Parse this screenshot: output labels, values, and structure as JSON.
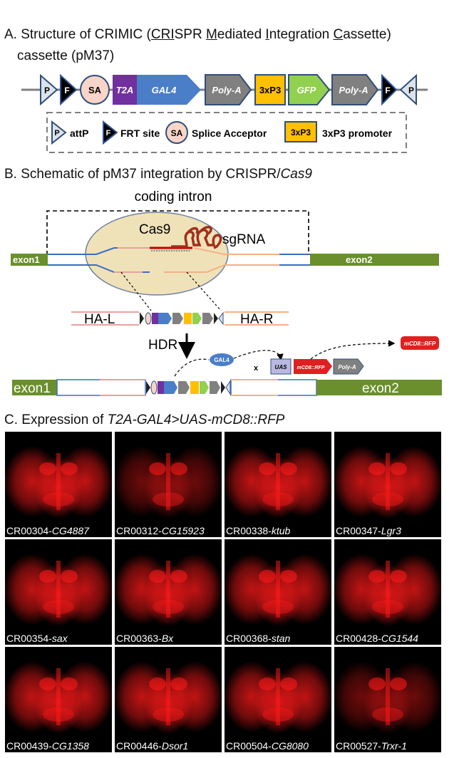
{
  "sectionA": {
    "title_prefix": "A. Structure of CRIMIC (",
    "t_cri": "CRI",
    "t_spr": "SPR ",
    "t_m": "M",
    "t_ediated": "ediated ",
    "t_i": "I",
    "t_ntegration": "ntegration ",
    "t_c": "C",
    "t_assette": "assette)",
    "line2": "cassette (pM37)",
    "elements": {
      "attp": "P",
      "frt": "F",
      "sa": "SA",
      "t2a": "T2A",
      "gal4": "GAL4",
      "polya": "Poly-A",
      "p3": "3xP3",
      "gfp": "GFP"
    },
    "legend": {
      "attp": "attP",
      "frt": "FRT site",
      "sa": "Splice Acceptor",
      "p3": "3xP3 promoter"
    }
  },
  "sectionB": {
    "title_prefix": "B. Schematic of pM37 integration by CRISPR/",
    "title_italic": "Cas9",
    "coding_intron": "coding intron",
    "cas9": "Cas9",
    "sgrna": "sgRNA",
    "exon1": "exon1",
    "exon2": "exon2",
    "hal": "HA-L",
    "har": "HA-R",
    "hdr": "HDR",
    "gal4": "GAL4",
    "cross": "x",
    "uas": "UAS",
    "mcd8": "mCD8::RFP",
    "polya": "Poly-A"
  },
  "sectionC": {
    "title_prefix": "C. Expression of ",
    "title_italic": "T2A-GAL4>UAS-mCD8::RFP",
    "panels": [
      {
        "id": "CR00304-",
        "gene": "CG4887"
      },
      {
        "id": "CR00312-",
        "gene": "CG15923"
      },
      {
        "id": "CR00338-",
        "gene": "ktub"
      },
      {
        "id": "CR00347-",
        "gene": "Lgr3"
      },
      {
        "id": "CR00354-",
        "gene": "sax"
      },
      {
        "id": "CR00363-",
        "gene": "Bx"
      },
      {
        "id": "CR00368-",
        "gene": "stan"
      },
      {
        "id": "CR00428-",
        "gene": "CG1544"
      },
      {
        "id": "CR00439-",
        "gene": "CG1358"
      },
      {
        "id": "CR00446-",
        "gene": "Dsor1"
      },
      {
        "id": "CR00504-",
        "gene": "CG8080"
      },
      {
        "id": "CR00527-",
        "gene": "Trxr-1"
      }
    ]
  },
  "colors": {
    "t2a": "#7030a0",
    "gal4": "#4a7ec8",
    "polya": "#808080",
    "p3": "#ffc000",
    "gfp": "#92d050",
    "sa": "#f8d5c8",
    "exon": "#6a8f2c",
    "intron_blue": "#3b6cc4",
    "intron_orange": "#f4b183",
    "cas9": "#efe2b8",
    "sgrna": "#a0301c",
    "rfp": "#e02020",
    "stain": "#ff1a1a"
  }
}
